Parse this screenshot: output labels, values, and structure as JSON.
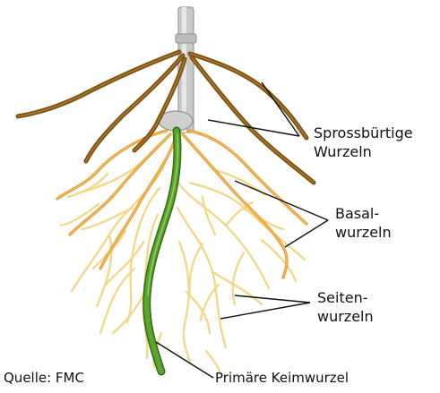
{
  "labels": {
    "adventitious": [
      "Sprossbürtige",
      "Wurzeln"
    ],
    "basal": [
      "Basal-",
      "wurzeln"
    ],
    "lateral": [
      "Seiten-",
      "wurzeln"
    ],
    "primary": "Primäre Keimwurzel",
    "source": "Quelle: FMC"
  },
  "colors": {
    "adventitious_root": "#8a5a10",
    "basal_root": "#e39a2c",
    "lateral_root": "#f7e2a2",
    "primary_root": "#4f9a2a",
    "stem": "#c8c8c8",
    "leader_line": "#111111"
  }
}
